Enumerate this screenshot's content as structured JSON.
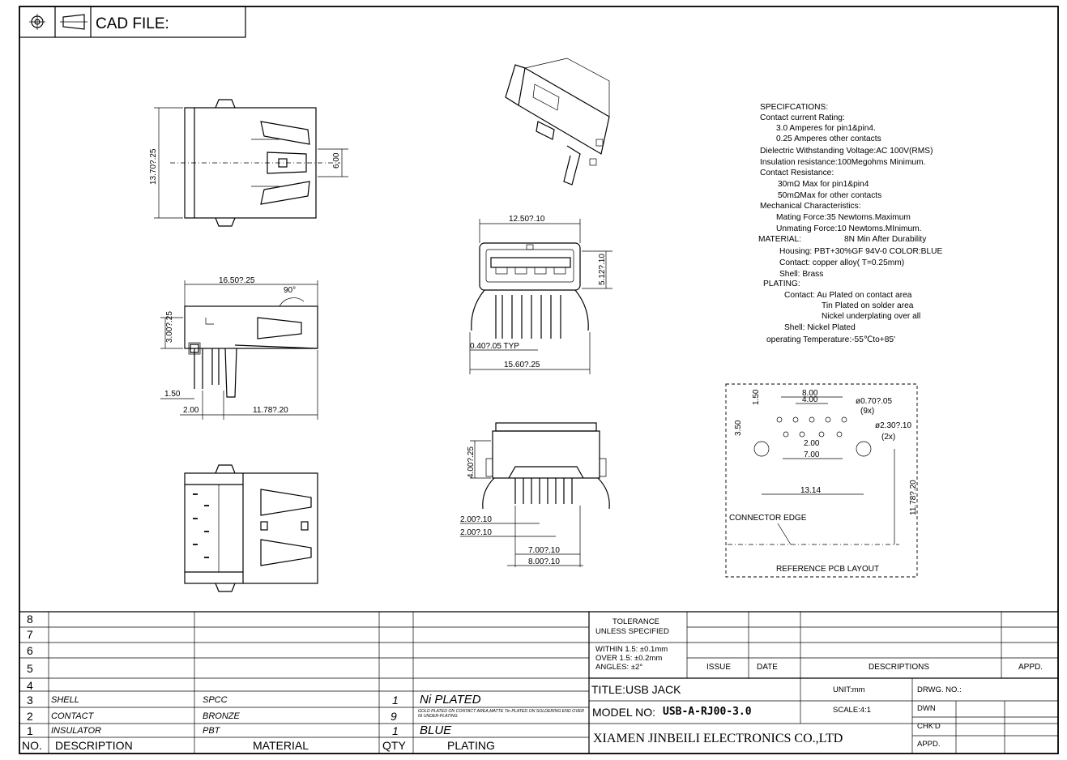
{
  "header": {
    "cad_label": "CAD FILE:"
  },
  "dims": {
    "top_width": "13.70?.25",
    "top_pitch": "6.00",
    "side_length": "16.50?.25",
    "side_angle": "90°",
    "side_height": "3.00?.25",
    "side_offset": "1.50",
    "side_pin_gap": "2.00",
    "side_pin_length": "11.78?.20",
    "front_width": "12.50?.10",
    "front_height": "5.12?.10",
    "front_pin_width": "0.40?.05  TYP",
    "front_total": "15.60?.25",
    "rear_height": "4.00?.25",
    "rear_pitch": "2.00?.10",
    "rear_pitch2": "2.00?.10",
    "rear_span": "7.00?.10",
    "rear_total": "8.00?.10"
  },
  "pcb": {
    "dim_outer": "8.00",
    "dim_inner": "4.00",
    "hole_small": "ø0.70?.05",
    "hole_small_count": "(9x)",
    "hole_large": "ø2.30?.10",
    "hole_large_count": "(2x)",
    "dim_top": "1.50",
    "dim_side": "3.50",
    "dim_pitch": "2.00",
    "dim_mid": "7.00",
    "dim_span": "13.14",
    "dim_edge": "11.78?.20",
    "connector_edge": "CONNECTOR EDGE",
    "reference": "REFERENCE PCB LAYOUT"
  },
  "specs": [
    "SPECIFCATIONS:",
    "Contact current Rating:",
    "3.0 Amperes for pin1&pin4.",
    "0.25 Amperes other contacts",
    "Dielectric Withstanding Voltage:AC 100V(RMS)",
    "Insulation resistance:100Megohms Minimum.",
    "Contact Resistance:",
    "30mΩ Max for pin1&pin4",
    "50mΩMax for other contacts",
    "Mechanical Characteristics:",
    "Mating Force:35 Newtoms.Maximum",
    "Unmating Force:10 Newtoms.MInimum.",
    "MATERIAL:",
    "8N Min After Durability",
    "Housing: PBT+30%GF 94V-0 COLOR:BLUE",
    "Contact: copper alloy( T=0.25mm)",
    "Shell:  Brass",
    "PLATING:",
    "Contact: Au Plated on contact area",
    "Tin Plated on solder area",
    "Nickel underplating over all",
    "Shell:  Nickel Plated",
    "operating Temperature:-55℃to+85'"
  ],
  "bom": {
    "headers": {
      "no": "NO.",
      "description": "DESCRIPTION",
      "material": "MATERIAL",
      "qty": "QTY",
      "plating": "PLATING"
    },
    "rows": [
      {
        "no": "8"
      },
      {
        "no": "7"
      },
      {
        "no": "6"
      },
      {
        "no": "5"
      },
      {
        "no": "4"
      },
      {
        "no": "3",
        "description": "SHELL",
        "material": "SPCC",
        "qty": "1",
        "plating": "Ni PLATED"
      },
      {
        "no": "2",
        "description": "CONTACT",
        "material": "BRONZE",
        "qty": "9",
        "plating": "GOLD PLATED ON CONTACT AREA,MATTE Tin PLATED ON SOLDERING END OVER NI UNDER-PLATING"
      },
      {
        "no": "1",
        "description": "INSULATOR",
        "material": "PBT",
        "qty": "1",
        "plating": "BLUE"
      }
    ]
  },
  "title_block": {
    "tolerance_line1": "TOLERANCE",
    "tolerance_line2": "UNLESS SPECIFIED",
    "within": "WITHIN 1.5: ±0.1mm",
    "over": "OVER 1.5:  ±0.2mm",
    "angles": "ANGLES: ±2°",
    "issue": "ISSUE",
    "date": "DATE",
    "descriptions": "DESCRIPTIONS",
    "appd_header": "APPD.",
    "title": "TITLE:USB JACK",
    "unit": "UNIT:mm",
    "drwg_no": "DRWG. NO.:",
    "model_label": "MODEL NO:",
    "model_no": "USB-A-RJ00-3.0",
    "scale": "SCALE:4:1",
    "dwn": "DWN",
    "chk": "CHK'D",
    "appd": "APPD.",
    "company": "XIAMEN JINBEILI ELECTRONICS CO.,LTD"
  }
}
